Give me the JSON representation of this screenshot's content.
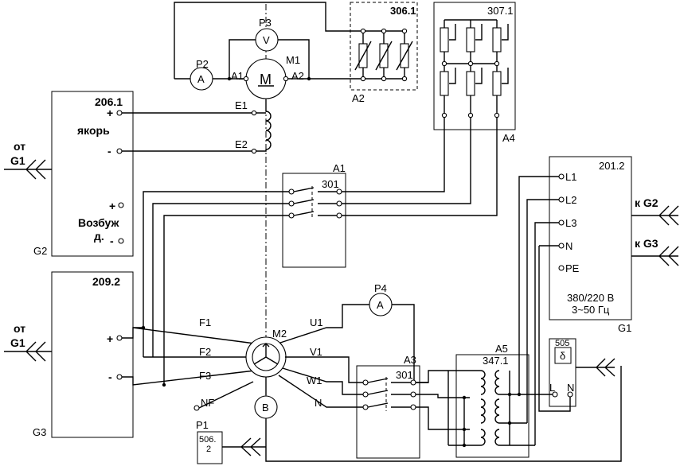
{
  "blocks": {
    "b2061": {
      "code": "206.1",
      "line1": "якорь",
      "line2": "Возбуж",
      "line3": "д.",
      "id": "G2"
    },
    "b2092": {
      "code": "209.2",
      "id": "G3"
    },
    "b3061": {
      "code": "306.1",
      "id": "A2"
    },
    "b3071": {
      "code": "307.1",
      "id": "A4"
    },
    "b301a": {
      "code": "301",
      "id": "A1"
    },
    "b301b": {
      "code": "301",
      "id": "A3"
    },
    "b3471": {
      "code": "347.1",
      "id": "A5"
    },
    "b2012": {
      "code": "201.2",
      "spec1": "380/220 В",
      "spec2": "3~50 Гц",
      "id": "G1"
    },
    "b505": {
      "code": "505",
      "symbol": "δ"
    },
    "b5062": {
      "code": "506.",
      "code2": "2",
      "id": "P1"
    }
  },
  "terminals": {
    "plus": "+",
    "minus": "-",
    "plus2": "+",
    "minus2": "-",
    "plus3": "+",
    "minus3": "-",
    "l1": "L1",
    "l2": "L2",
    "l3": "L3",
    "n": "N",
    "pe": "PE",
    "l": "L",
    "n2": "N"
  },
  "machines": {
    "m1": {
      "tag": "M1",
      "symbol": "M",
      "a1": "A1",
      "a2": "A2"
    },
    "m2": {
      "tag": "M2",
      "u1": "U1",
      "v1": "V1",
      "w1": "W1",
      "n": "N",
      "f1": "F1",
      "f2": "F2",
      "f3": "F3",
      "nf": "NF"
    },
    "e1": "E1",
    "e2": "E2",
    "b": "B"
  },
  "meters": {
    "p2": {
      "tag": "P2",
      "symbol": "A"
    },
    "p3": {
      "tag": "P3",
      "symbol": "V"
    },
    "p4": {
      "tag": "P4",
      "symbol": "A"
    }
  },
  "external": {
    "from_g1_top": {
      "line1": "от",
      "line2": "G1"
    },
    "from_g1_bottom": {
      "line1": "от",
      "line2": "G1"
    },
    "to_g2": "к G2",
    "to_g3": "к G3"
  }
}
